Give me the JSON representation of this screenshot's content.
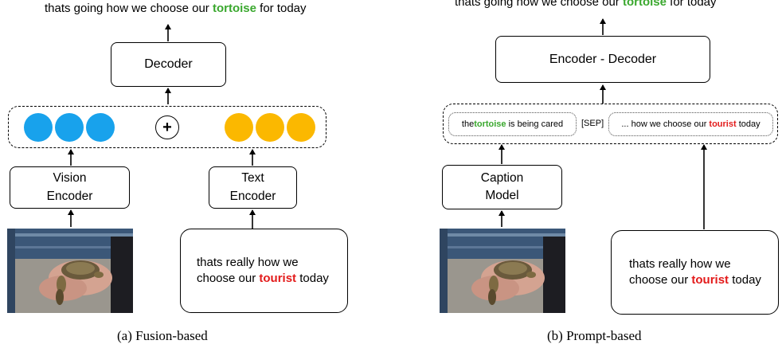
{
  "fusion": {
    "output": {
      "pre": "thats going how we choose our ",
      "key": "tortoise",
      "post": " for today"
    },
    "decoder_label": "Decoder",
    "plus_symbol": "+",
    "vision_encoder": {
      "line1": "Vision",
      "line2": "Encoder"
    },
    "text_encoder": {
      "line1": "Text",
      "line2": "Encoder"
    },
    "input_text": {
      "line1": "thats really how we",
      "line2_pre": "choose our ",
      "key": "tourist",
      "line2_post": " today"
    },
    "caption": "(a) Fusion-based"
  },
  "prompt": {
    "output": {
      "pre": "thats going how we choose our ",
      "key": "tortoise",
      "post": " for today"
    },
    "encdec_label": "Encoder - Decoder",
    "segment1": {
      "pre": "the ",
      "key": "tortoise",
      "post": " is being cared"
    },
    "sep": "[SEP]",
    "segment2": {
      "pre": "... how we choose our ",
      "key": "tourist",
      "post": " today"
    },
    "caption_model": {
      "line1": "Caption",
      "line2": "Model"
    },
    "input_text": {
      "line1": "thats really how we",
      "line2_pre": "choose our ",
      "key": "tourist",
      "line2_post": " today"
    },
    "caption": "(b) Prompt-based"
  },
  "colors": {
    "correct_word": "#3aa82e",
    "wrong_word": "#e31b1b",
    "vision_feature": "#18a2ec",
    "text_feature": "#fbb800"
  }
}
